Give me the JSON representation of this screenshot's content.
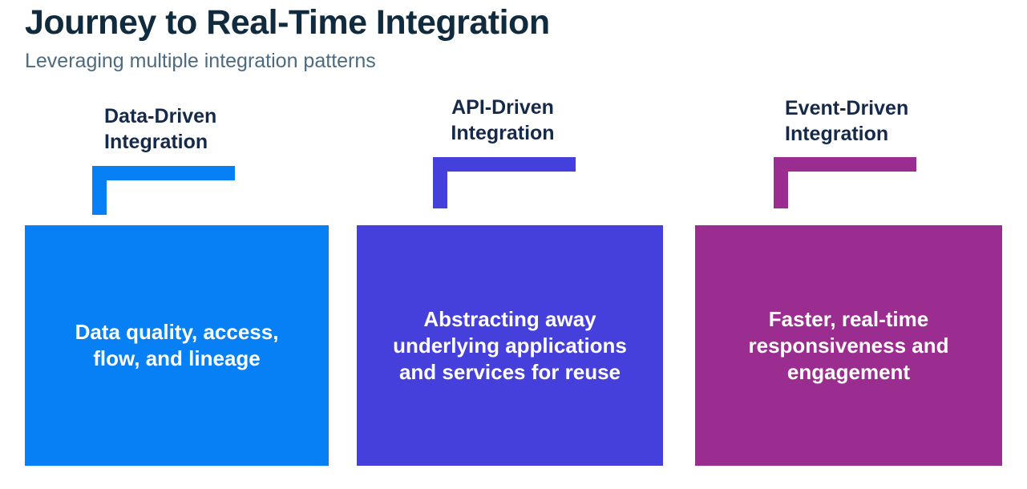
{
  "header": {
    "title": "Journey to Real-Time Integration",
    "subtitle": "Leveraging multiple integration patterns"
  },
  "columns": [
    {
      "label": "Data-Driven\nIntegration",
      "description": "Data quality, access,\nflow, and lineage",
      "color": "#0680F4"
    },
    {
      "label": "API-Driven\nIntegration",
      "description": "Abstracting away\nunderlying applications\nand services for reuse",
      "color": "#4540DB"
    },
    {
      "label": "Event-Driven\nIntegration",
      "description": "Faster, real-time\nresponsiveness and\nengagement",
      "color": "#9B2D90"
    }
  ],
  "text_colors": {
    "title": "#102A3E",
    "subtitle": "#4C6A80",
    "label": "#15294A",
    "box_text": "#FFFFFF"
  }
}
